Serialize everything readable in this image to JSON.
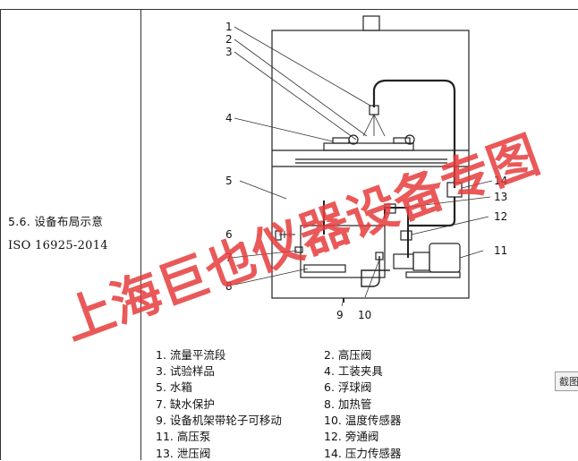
{
  "clause": {
    "number_title": "5.6. 设备布局示意",
    "standard": "ISO 16925-2014"
  },
  "diagram": {
    "callouts": [
      "1",
      "2",
      "3",
      "4",
      "5",
      "6",
      "7",
      "8",
      "9",
      "10",
      "11",
      "12",
      "13",
      "14"
    ]
  },
  "legend": [
    "1. 流量平流段",
    "2. 高压阀",
    "3. 试验样品",
    "4. 工装夹具",
    "5. 水箱",
    "6. 浮球阀",
    "7. 缺水保护",
    "8. 加热管",
    "9. 设备机架带轮子可移动",
    "10. 温度传感器",
    "11. 高压泵",
    "12. 旁通阀",
    "13. 泄压阀",
    "14. 压力传感器"
  ],
  "watermark": "上海巨也仪器设备专图",
  "snip_button": "截图"
}
